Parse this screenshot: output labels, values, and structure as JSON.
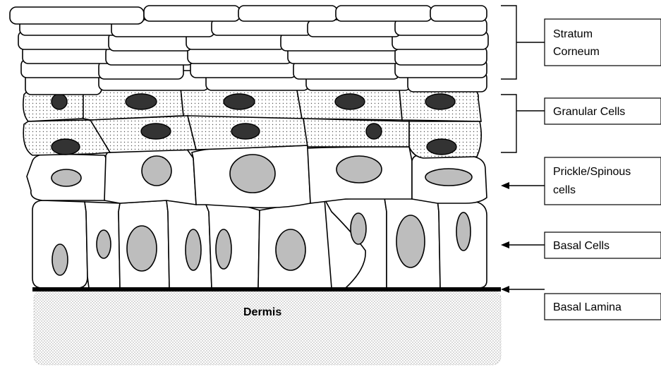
{
  "dermis_label": "Dermis",
  "labels": {
    "stratum_corneum": [
      "Stratum",
      "Corneum"
    ],
    "granular": "Granular Cells",
    "prickle": [
      "Prickle/Spinous",
      "cells"
    ],
    "basal": "Basal Cells",
    "basal_lamina": "Basal Lamina"
  },
  "colors": {
    "dark_nucleus": "#333333",
    "light_nucleus": "#bdbdbd",
    "outline": "#000000"
  }
}
